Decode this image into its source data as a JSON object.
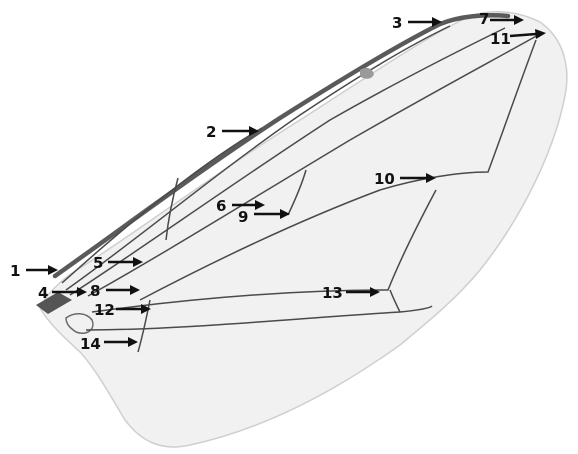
{
  "figure": {
    "subject": "insect-wing",
    "colors": {
      "background": "#ffffff",
      "membrane": "#f1f1f1",
      "membrane_edge": "#cfcfcf",
      "costal_margin": "#5a5a5a",
      "vein": "#4a4a4a",
      "label": "#111111"
    },
    "labels": [
      {
        "id": "lbl-1",
        "text": "1"
      },
      {
        "id": "lbl-2",
        "text": "2"
      },
      {
        "id": "lbl-3",
        "text": "3"
      },
      {
        "id": "lbl-4",
        "text": "4"
      },
      {
        "id": "lbl-5",
        "text": "5"
      },
      {
        "id": "lbl-6",
        "text": "6"
      },
      {
        "id": "lbl-7",
        "text": "7"
      },
      {
        "id": "lbl-8",
        "text": "8"
      },
      {
        "id": "lbl-9",
        "text": "9"
      },
      {
        "id": "lbl-10",
        "text": "10"
      },
      {
        "id": "lbl-11",
        "text": "11"
      },
      {
        "id": "lbl-12",
        "text": "12"
      },
      {
        "id": "lbl-13",
        "text": "13"
      },
      {
        "id": "lbl-14",
        "text": "14"
      }
    ]
  }
}
